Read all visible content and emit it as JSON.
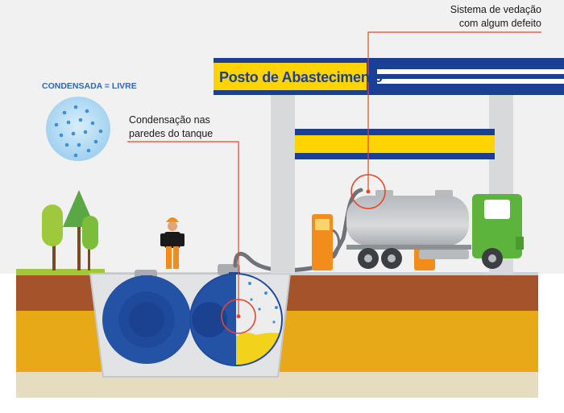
{
  "legend": {
    "title": "CONDENSADA = LIVRE"
  },
  "sign": {
    "text": "Posto de Abastecimento"
  },
  "callouts": {
    "condensation": {
      "line1": "Condensação nas",
      "line2": "paredes do tanque"
    },
    "seal": {
      "line1": "Sistema de vedação",
      "line2": "com algum defeito"
    }
  },
  "colors": {
    "sky": "#f1f1f2",
    "brand_blue": "#1b3f95",
    "brand_yellow": "#ffd400",
    "tank_blue": "#2453a6",
    "callout": "#e8452a",
    "truck_green": "#5cb43c",
    "soil_brown": "#a4532a",
    "soil_yellow": "#e8a919",
    "water_drop": "#3d8fd6"
  }
}
